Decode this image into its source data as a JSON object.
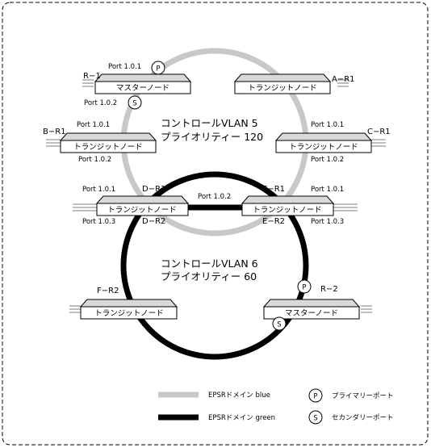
{
  "rings": {
    "blue": {
      "color": "#c8c8c8",
      "vlan": "コントロールVLAN 5",
      "priority": "プライオリティー 120"
    },
    "green": {
      "color": "#000000",
      "vlan": "コントロールVLAN 6",
      "priority": "プライオリティー 60"
    }
  },
  "nodes": {
    "r1": {
      "name": "R−1",
      "role": "マスターノード",
      "port_top": "Port 1.0.1",
      "port_bottom": "Port 1.0.2"
    },
    "a_r1": {
      "name": "A−R1",
      "role": "トランジットノード"
    },
    "b_r1": {
      "name": "B−R1",
      "role": "トランジットノード",
      "port_top": "Port 1.0.1",
      "port_bottom": "Port 1.0.2"
    },
    "c_r1": {
      "name": "C−R1",
      "role": "トランジットノード",
      "port_top": "Port 1.0.1",
      "port_bottom": "Port 1.0.2"
    },
    "d": {
      "name_top": "D−R1",
      "name_bottom": "D−R2",
      "role": "トランジットノード",
      "port_top": "Port 1.0.1",
      "port_bottom": "Port 1.0.3"
    },
    "e": {
      "name_top": "E−R1",
      "name_bottom": "E−R2",
      "role": "トランジットノード",
      "port_top": "Port 1.0.1",
      "port_bottom": "Port 1.0.3"
    },
    "de_link": {
      "port": "Port 1.0.2"
    },
    "f_r2": {
      "name": "F−R2",
      "role": "トランジットノード"
    },
    "r2": {
      "name": "R−2",
      "role": "マスターノード"
    }
  },
  "markers": {
    "primary": "P",
    "secondary": "S"
  },
  "legend": {
    "blue": "EPSRドメイン blue",
    "green": "EPSRドメイン green",
    "primary": "プライマリーポート",
    "secondary": "セカンダリーポート"
  }
}
